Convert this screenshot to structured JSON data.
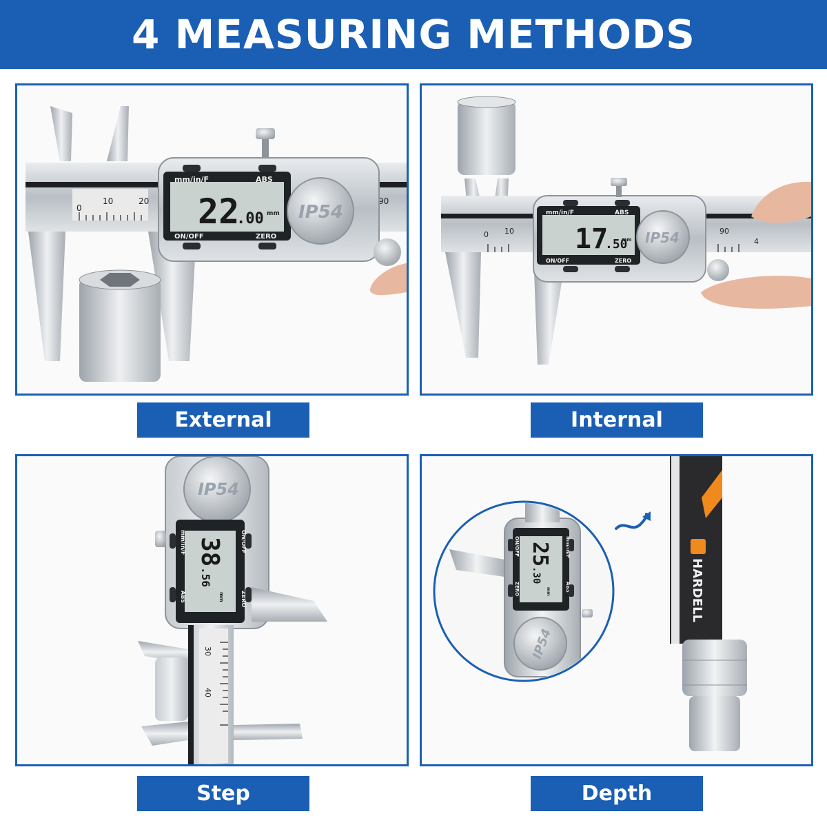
{
  "header": {
    "title": "4 MEASURING METHODS"
  },
  "panels": [
    {
      "label": "External",
      "display": {
        "mode": "mm/in/F",
        "abs": "ABS",
        "reading_main": "22",
        "reading_dec": ".00",
        "unit": "mm",
        "onoff": "ON/OFF",
        "zero": "ZERO"
      },
      "badge": "IP54",
      "scale_ticks": [
        "0",
        "10",
        "20",
        "90"
      ]
    },
    {
      "label": "Internal",
      "display": {
        "mode": "mm/in/F",
        "abs": "ABS",
        "reading_main": "17",
        "reading_dec": ".50",
        "unit": "mm",
        "onoff": "ON/OFF",
        "zero": "ZERO"
      },
      "badge": "IP54",
      "scale_ticks": [
        "0",
        "10",
        "90",
        "4"
      ]
    },
    {
      "label": "Step",
      "display": {
        "mode": "mm/in/F",
        "abs": "ABS",
        "reading_main": "38",
        "reading_dec": ".56",
        "unit": "mm",
        "onoff": "ON/OFF",
        "zero": "ZERO"
      },
      "badge": "IP54",
      "scale_ticks": [
        "30",
        "40"
      ]
    },
    {
      "label": "Depth",
      "display": {
        "mode": "mm/in/F",
        "abs": "ABS",
        "reading_main": "25",
        "reading_dec": ".30",
        "unit": "mm",
        "onoff": "ON/OFF",
        "zero": "ZERO"
      },
      "badge": "IP54",
      "brand": "HARDELL"
    }
  ],
  "colors": {
    "brand_blue": "#1a5fb4",
    "lcd": "#c9d2cf",
    "steel": "#c3c8cd",
    "orange": "#f08a1c"
  }
}
